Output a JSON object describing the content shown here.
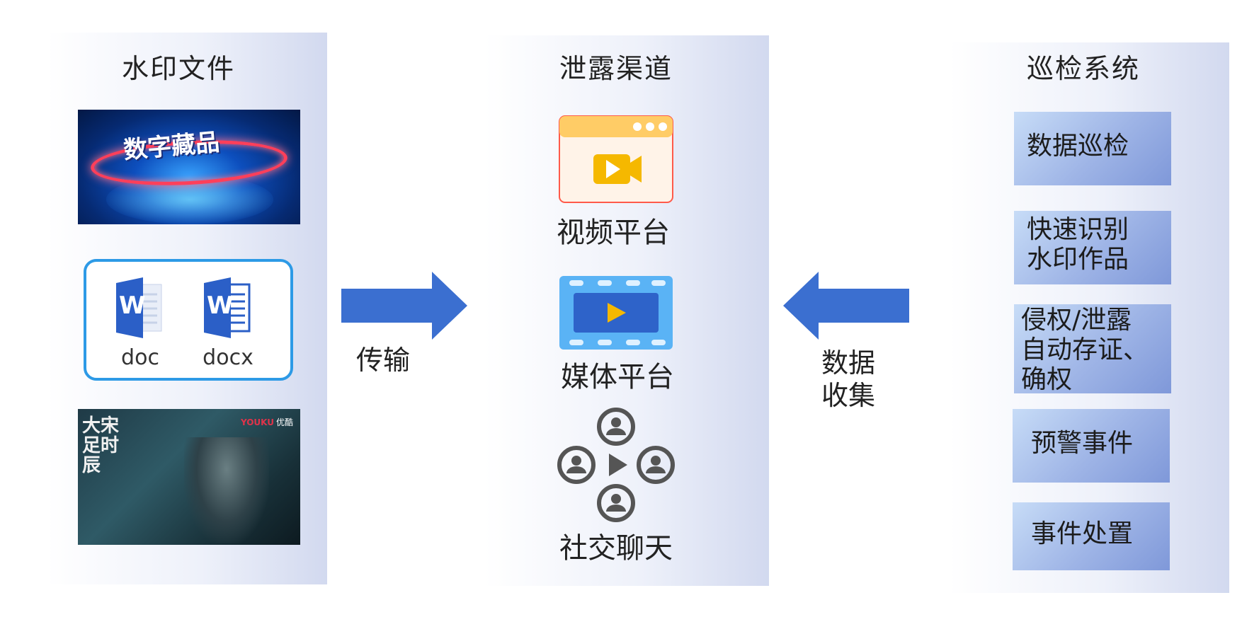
{
  "columns": {
    "left": {
      "title": "水印文件"
    },
    "middle": {
      "title": "泄露渠道"
    },
    "right": {
      "title": "巡检系统"
    }
  },
  "left_items": {
    "digital_collectible_caption": "数字藏品",
    "doc_label": "doc",
    "docx_label": "docx",
    "word_letter": "W",
    "drama_title": "大宋足时辰",
    "drama_logo": "YOUKU",
    "drama_logo_sub": "优酷"
  },
  "arrows": {
    "transfer": "传输",
    "collect_line1": "数据",
    "collect_line2": "收集"
  },
  "channels": [
    {
      "label": "视频平台",
      "icon": "video-window-icon"
    },
    {
      "label": "媒体平台",
      "icon": "film-strip-play-icon"
    },
    {
      "label": "社交聊天",
      "icon": "social-network-icon"
    }
  ],
  "steps": [
    {
      "lines": [
        "数据巡检"
      ]
    },
    {
      "lines": [
        "快速识别",
        "水印作品"
      ]
    },
    {
      "lines": [
        "侵权/泄露",
        "自动存证、",
        "确权"
      ]
    },
    {
      "lines": [
        "预警事件"
      ]
    },
    {
      "lines": [
        "事件处置"
      ]
    }
  ],
  "colors": {
    "arrow_blue": "#3b6fd0",
    "doc_border": "#2d9ae6",
    "word_blue": "#2b5fc7",
    "video_orange": "#f5b800",
    "media_blue": "#3a8fe8"
  }
}
